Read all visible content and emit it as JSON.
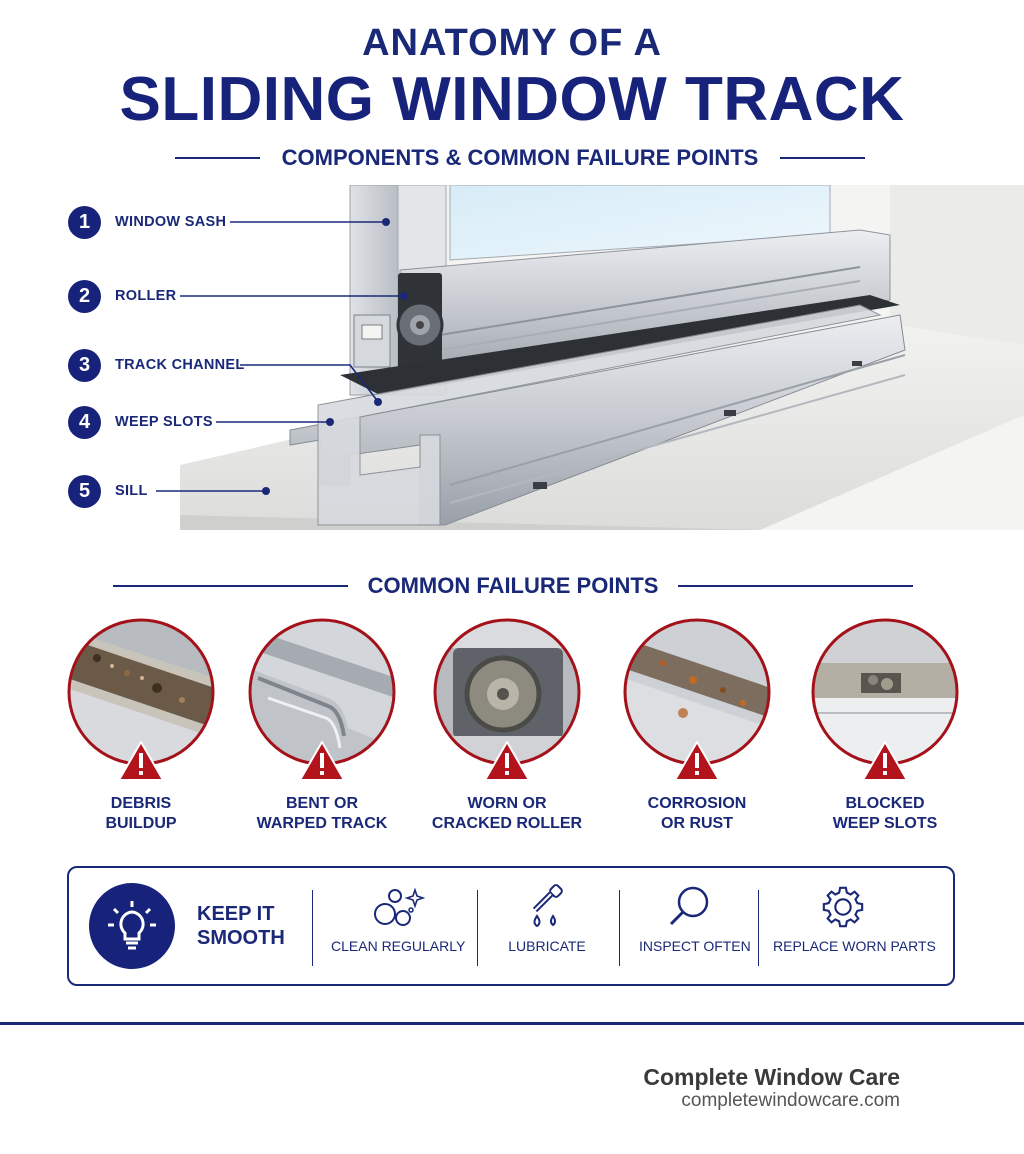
{
  "header": {
    "title_top": "ANATOMY OF A",
    "title_main": "SLIDING WINDOW TRACK",
    "subtitle": "COMPONENTS & COMMON FAILURE POINTS"
  },
  "callouts": [
    {
      "number": "1",
      "label": "WINDOW SASH"
    },
    {
      "number": "2",
      "label": "ROLLER"
    },
    {
      "number": "3",
      "label": "TRACK CHANNEL"
    },
    {
      "number": "4",
      "label": "WEEP SLOTS"
    },
    {
      "number": "5",
      "label": "SILL"
    }
  ],
  "failures": {
    "heading": "COMMON FAILURE POINTS",
    "items": [
      {
        "line1": "DEBRIS",
        "line2": "BUILDUP"
      },
      {
        "line1": "BENT OR",
        "line2": "WARPED TRACK"
      },
      {
        "line1": "WORN OR",
        "line2": "CRACKED ROLLER"
      },
      {
        "line1": "CORROSION",
        "line2": "OR RUST"
      },
      {
        "line1": "BLOCKED",
        "line2": "WEEP SLOTS"
      }
    ]
  },
  "tips": {
    "headline_line1": "KEEP IT",
    "headline_line2": "SMOOTH",
    "items": [
      {
        "label": "CLEAN REGULARLY",
        "icon": "bubbles-sparkle-icon"
      },
      {
        "label": "LUBRICATE",
        "icon": "dropper-icon"
      },
      {
        "label": "INSPECT OFTEN",
        "icon": "magnifier-icon"
      },
      {
        "label": "REPLACE WORN PARTS",
        "icon": "gear-icon"
      }
    ]
  },
  "footer": {
    "brand": "Complete Window Care",
    "url": "completewindowcare.com"
  },
  "colors": {
    "navy": "#1a2878",
    "warning_red": "#b3131b",
    "aluminum": "#c9ccd1"
  }
}
